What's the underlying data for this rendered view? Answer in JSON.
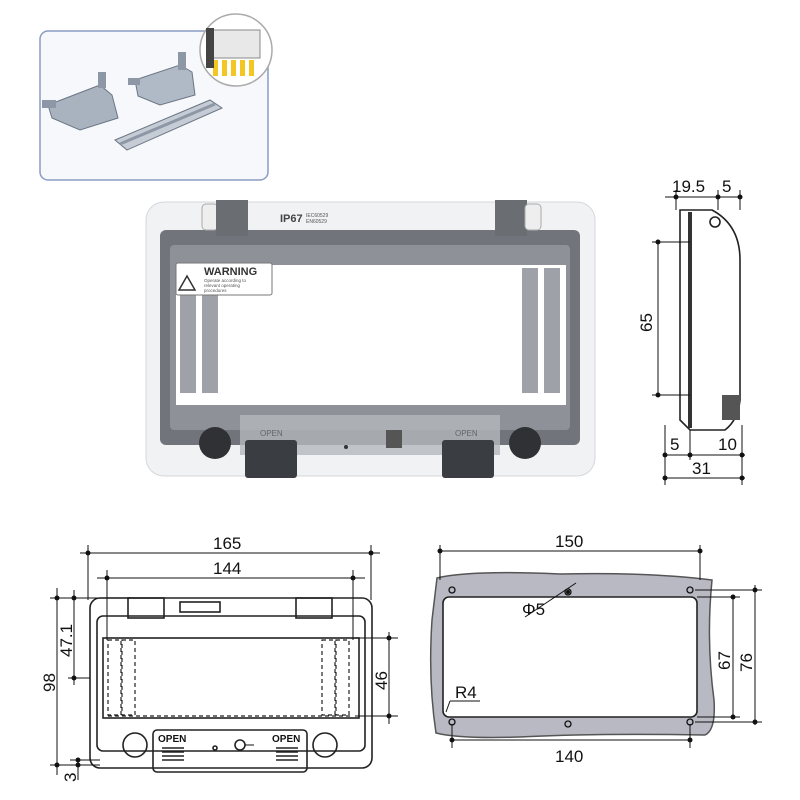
{
  "photo": {
    "rating": "IP67",
    "standard_line1": "IEC60529",
    "standard_line2": "EN60529",
    "warning_title": "WARNING",
    "warning_text1": "Operate according to",
    "warning_text2": "relevant operating",
    "warning_text3": "procedures",
    "open_label": "OPEN"
  },
  "side_view": {
    "depth": "19.5",
    "lip": "5",
    "height": "65",
    "bottom_lip": "5",
    "bottom_depth": "10",
    "total_depth": "31"
  },
  "front_drawing": {
    "width_outer": "165",
    "width_inner": "144",
    "height_outer": "98",
    "height_upper": "47.1",
    "window_height": "46",
    "bottom_offset": "3",
    "open_label": "OPEN"
  },
  "cutout_drawing": {
    "width_top": "150",
    "width_bottom": "140",
    "hole_diameter": "Φ5",
    "corner_radius": "R4",
    "height_inner": "67",
    "height_outer": "76"
  },
  "colors": {
    "inset_border": "#8a9bc4",
    "cutout_fill": "#b9b9c4",
    "frame_dark": "#3a3d42"
  }
}
